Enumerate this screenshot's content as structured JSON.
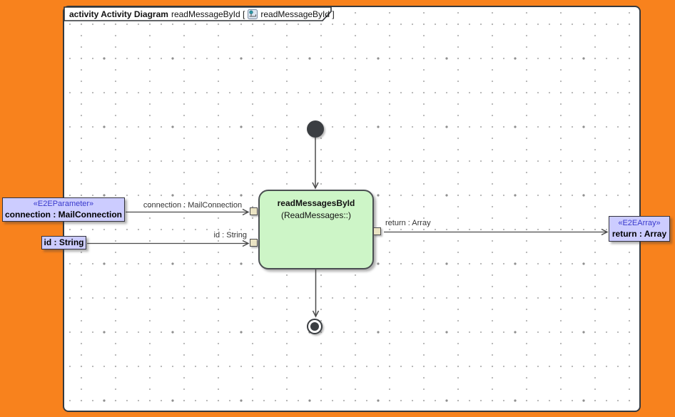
{
  "tab": {
    "title_bold": "activity Activity Diagram",
    "title_mid": "readMessageById [",
    "title_ref": "readMessageById ]",
    "icon": "activity-diagram-icon"
  },
  "nodes": {
    "initial": {
      "type": "initial-node"
    },
    "action": {
      "name": "readMessagesById",
      "subtitle": "(ReadMessages::)"
    },
    "final": {
      "type": "activity-final-node"
    },
    "param_connection": {
      "stereotype": "«E2EParameter»",
      "name": "connection : MailConnection"
    },
    "param_id": {
      "name": "id : String"
    },
    "result_return": {
      "stereotype": "«E2EArray»",
      "name": "return : Array"
    }
  },
  "edges": {
    "connection": {
      "label": "connection : MailConnection"
    },
    "id": {
      "label": "id : String"
    },
    "return": {
      "label": "return : Array"
    }
  },
  "colors": {
    "frame_background": "#F8821D",
    "canvas_fill": "#FFFFFF",
    "action_fill": "#CDF5C7",
    "action_border": "#4B4F52",
    "object_fill": "#CCCCFF",
    "object_border": "#32323E",
    "stereotype_text": "#3939CC",
    "pin_fill": "#EBE4C4",
    "edge_line": "#4A4A4A"
  }
}
